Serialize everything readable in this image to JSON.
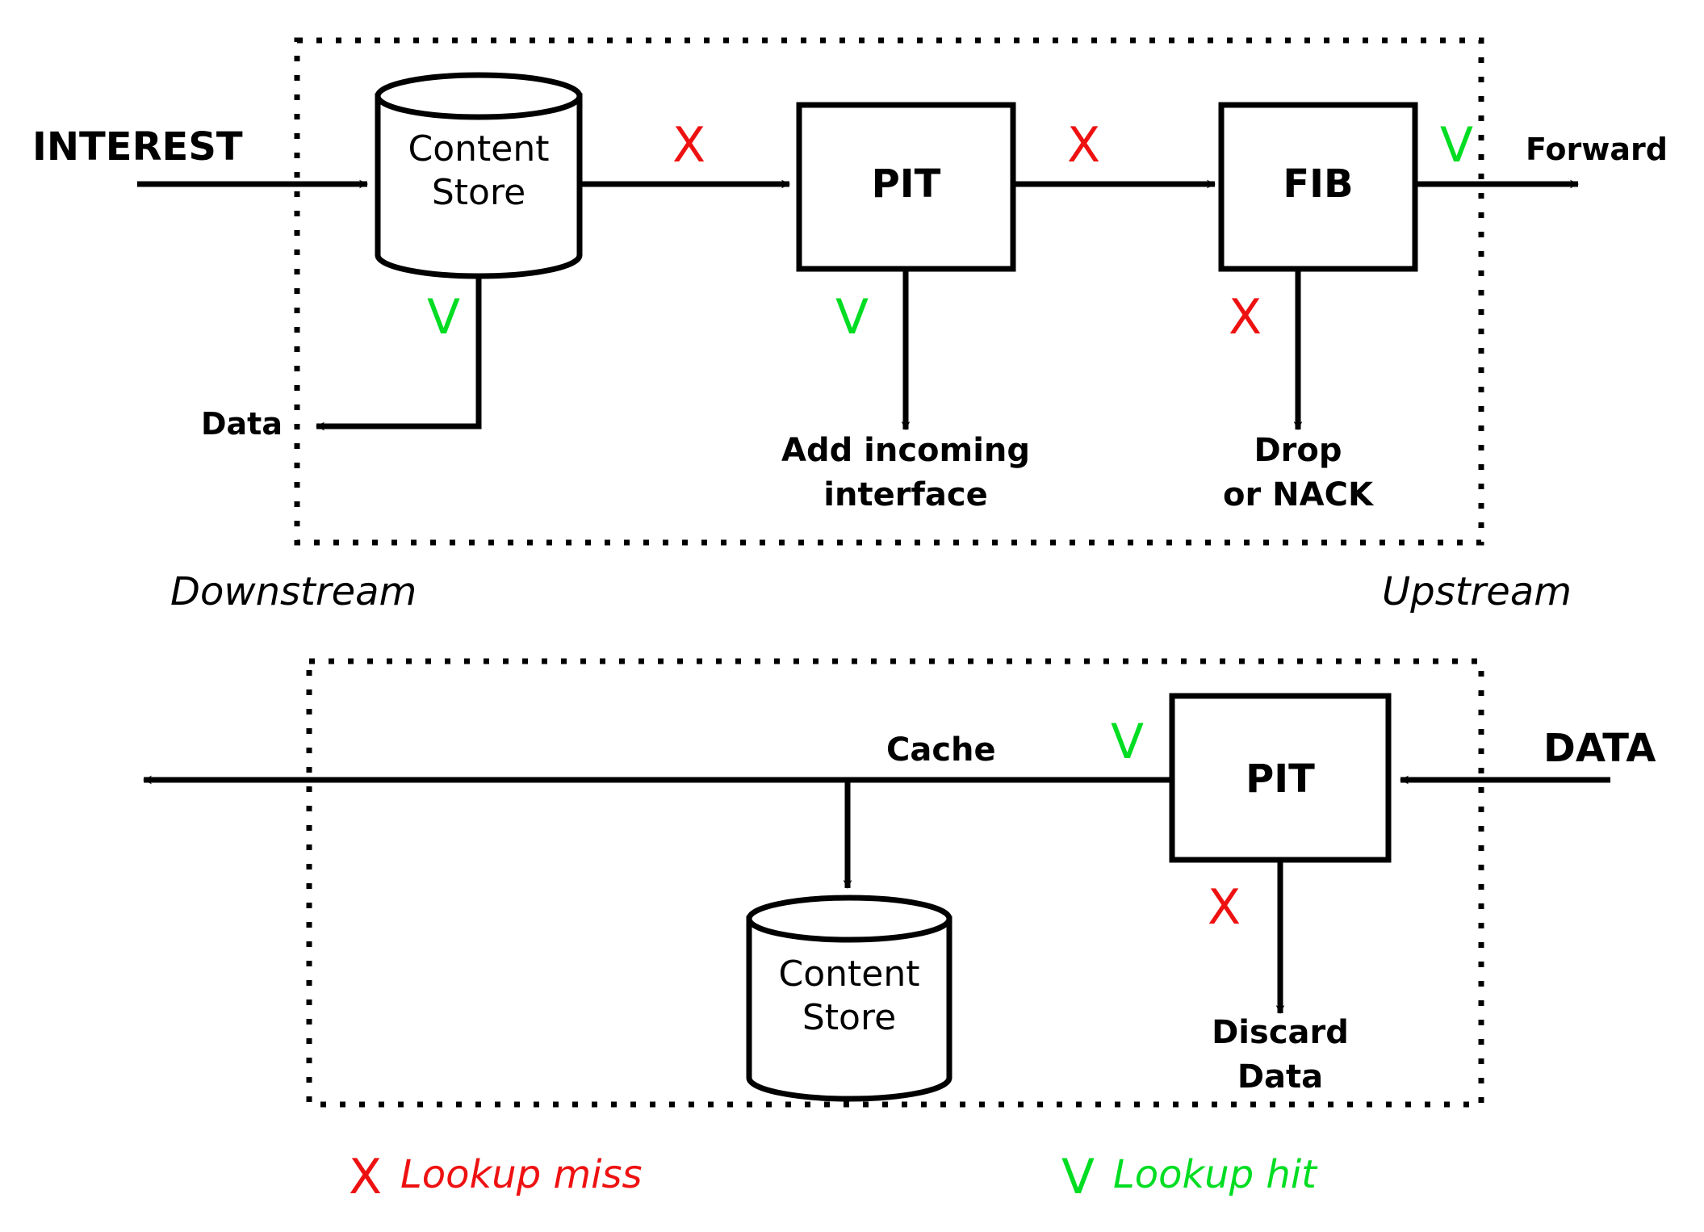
{
  "diagram": {
    "title_semantic": "NDN Interest and Data forwarding pipeline",
    "colors": {
      "miss": "#ee1111",
      "hit": "#00dd22",
      "stroke": "#000000",
      "background": "#ffffff"
    },
    "symbols": {
      "miss": "X",
      "hit": "V"
    }
  },
  "interest_plane": {
    "input_label": "INTEREST",
    "nodes": {
      "content_store": "Content\nStore",
      "content_store_line1": "Content",
      "content_store_line2": "Store",
      "pit": "PIT",
      "fib": "FIB"
    },
    "edge_marks": {
      "cs_to_pit": "X",
      "cs_to_data": "V",
      "pit_to_fib": "X",
      "pit_to_add": "V",
      "fib_to_forward": "V",
      "fib_to_drop": "X"
    },
    "outputs": {
      "data": "Data",
      "forward": "Forward",
      "add_incoming_l1": "Add incoming",
      "add_incoming_l2": "interface",
      "drop_l1": "Drop",
      "drop_l2": "or NACK"
    }
  },
  "direction_labels": {
    "downstream": "Downstream",
    "upstream": "Upstream"
  },
  "data_plane": {
    "input_label": "DATA",
    "nodes": {
      "pit": "PIT",
      "content_store_line1": "Content",
      "content_store_line2": "Store"
    },
    "edge_labels": {
      "cache": "Cache"
    },
    "edge_marks": {
      "pit_hit": "V",
      "pit_miss": "X"
    },
    "outputs": {
      "discard_l1": "Discard",
      "discard_l2": "Data"
    }
  },
  "legend": {
    "miss": {
      "symbol": "X",
      "label": "Lookup miss",
      "color": "#ee1111"
    },
    "hit": {
      "symbol": "V",
      "label": "Lookup hit",
      "color": "#00dd22"
    }
  }
}
